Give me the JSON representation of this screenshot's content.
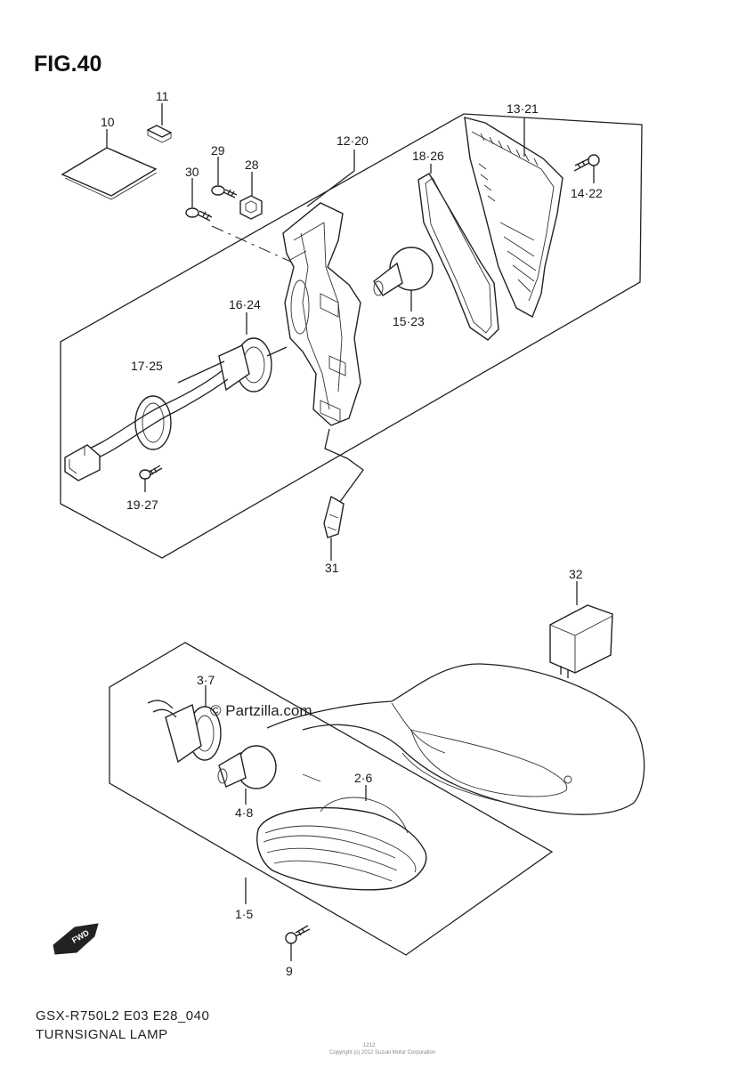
{
  "figure": {
    "title": "FIG.40",
    "model_code": "GSX-R750L2 E03 E28_040",
    "caption": "TURNSIGNAL LAMP",
    "watermark": "© Partzilla.com",
    "fine_print": "Copyright (c) 2012 Suzuki Motor Corporation",
    "fine_code": "1212"
  },
  "callouts": [
    {
      "id": "c10",
      "text": "10"
    },
    {
      "id": "c11",
      "text": "11"
    },
    {
      "id": "c29",
      "text": "29"
    },
    {
      "id": "c28",
      "text": "28"
    },
    {
      "id": "c30",
      "text": "30"
    },
    {
      "id": "c12_20",
      "text": "12·20"
    },
    {
      "id": "c13_21",
      "text": "13·21"
    },
    {
      "id": "c18_26",
      "text": "18·26"
    },
    {
      "id": "c14_22",
      "text": "14·22"
    },
    {
      "id": "c16_24",
      "text": "16·24"
    },
    {
      "id": "c15_23",
      "text": "15·23"
    },
    {
      "id": "c17_25",
      "text": "17·25"
    },
    {
      "id": "c19_27",
      "text": "19·27"
    },
    {
      "id": "c31",
      "text": "31"
    },
    {
      "id": "c32",
      "text": "32"
    },
    {
      "id": "c3_7",
      "text": "3·7"
    },
    {
      "id": "c2_6",
      "text": "2·6"
    },
    {
      "id": "c4_8",
      "text": "4·8"
    },
    {
      "id": "c1_5",
      "text": "1·5"
    },
    {
      "id": "c9",
      "text": "9"
    }
  ],
  "fwd_label": "FWD"
}
